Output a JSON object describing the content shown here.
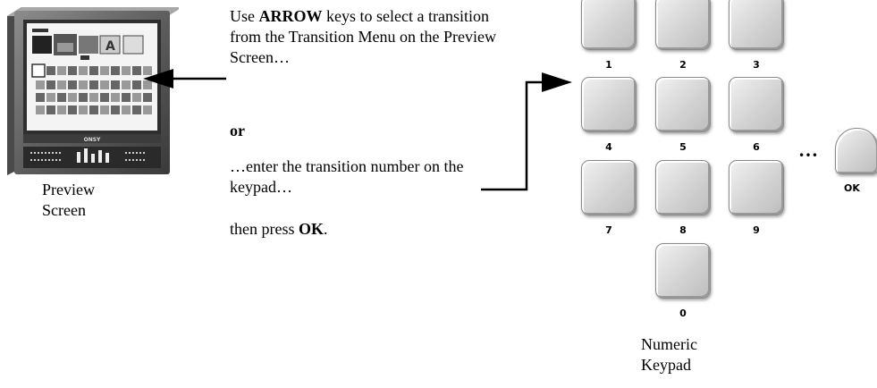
{
  "preview": {
    "caption_line1": "Preview",
    "caption_line2": "Screen",
    "monitor_brand": "ONSY"
  },
  "instructions": {
    "step1": [
      {
        "text": "Use ",
        "bold": false
      },
      {
        "text": "ARROW",
        "bold": true
      },
      {
        "text": " keys to select a transition from the Transition Menu on the Preview Screen…",
        "bold": false
      }
    ],
    "or_label": "or",
    "step2": "…enter the transition number on the keypad…",
    "step3_prefix": "then press ",
    "step3_key": "OK",
    "step3_suffix": "."
  },
  "keypad": {
    "caption_line1": "Numeric",
    "caption_line2": "Keypad",
    "keys": [
      "1",
      "2",
      "3",
      "4",
      "5",
      "6",
      "7",
      "8",
      "9",
      "0"
    ],
    "ellipsis": "…",
    "ok_label": "OK"
  },
  "icons": {
    "monitor": "tv-monitor-icon",
    "arrow_to_screen": "arrow-left-icon",
    "arrow_to_keypad": "arrow-right-icon"
  }
}
